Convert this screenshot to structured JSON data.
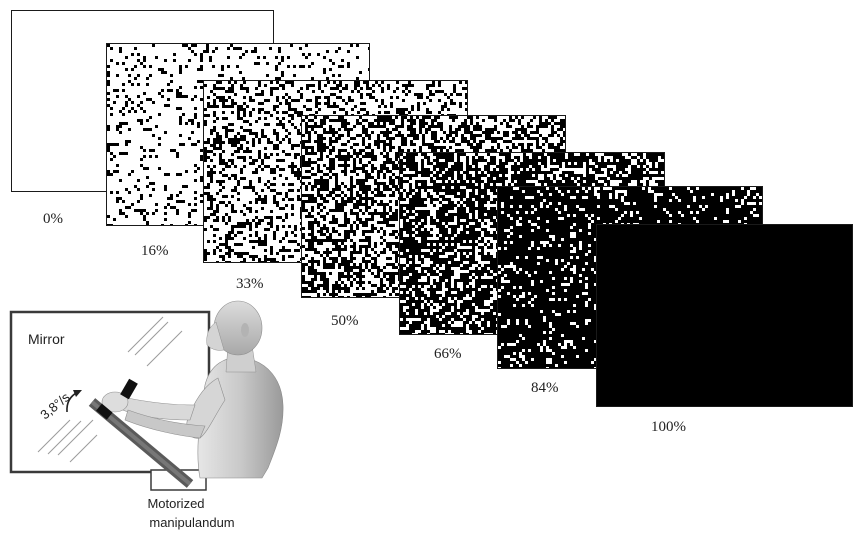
{
  "noise_panels": [
    {
      "density": 0.0,
      "label": "0%"
    },
    {
      "density": 0.16,
      "label": "16%"
    },
    {
      "density": 0.33,
      "label": "33%"
    },
    {
      "density": 0.5,
      "label": "50%"
    },
    {
      "density": 0.66,
      "label": "66%"
    },
    {
      "density": 0.84,
      "label": "84%"
    },
    {
      "density": 1.0,
      "label": "100%"
    }
  ],
  "apparatus": {
    "mirror_label": "Mirror",
    "speed_label": "3,8°/s",
    "device_label_line1": "Motorized",
    "device_label_line2": "manipulandum"
  }
}
